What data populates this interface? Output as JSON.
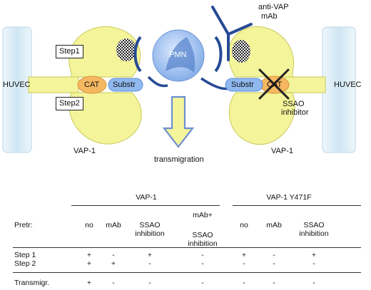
{
  "diagram": {
    "left_cell": "HUVEC",
    "right_cell": "HUVEC",
    "left_vap": "VAP-1",
    "right_vap": "VAP-1",
    "step1": "Step1",
    "step2": "Step2",
    "cat_left": "CAT",
    "cat_right": "CAT",
    "substr_left": "Substr",
    "substr_right": "Substr",
    "pmn": "PMN",
    "antibody_line1": "anti-VAP",
    "antibody_line2": "mAb",
    "ssao_line1": "SSAO",
    "ssao_line2": "inhibitor",
    "arrow_label": "transmigration",
    "colors": {
      "cell": "#d6ecf6",
      "vap": "#f4f49a",
      "cat": "#f5b860",
      "pmn": "#8fb8ee",
      "dark_blue": "#264a96",
      "arrow_fill": "#f4f49a"
    }
  },
  "table": {
    "group1": "VAP-1",
    "group2": "VAP-1 Y471F",
    "row_header": "Pretr:",
    "col1": "no",
    "col2": "mAb",
    "col3_a": "SSAO",
    "col3_b": "inhibition",
    "col4_a": "mAb+",
    "col4_b": "SSAO",
    "col4_c": "inhibition",
    "col5": "no",
    "col6": "mAb",
    "col7_a": "SSAO",
    "col7_b": "inhibition",
    "rows": [
      {
        "label": "Step 1",
        "values": [
          "+",
          "-",
          "+",
          "-",
          "+",
          "-",
          "+"
        ]
      },
      {
        "label": "Step 2",
        "values": [
          "+",
          "+",
          "-",
          "-",
          "-",
          "-",
          "-"
        ]
      }
    ],
    "result_row": {
      "label": "Transmigr.",
      "values": [
        "+",
        "-",
        "-",
        "-",
        "-",
        "-",
        "-"
      ]
    }
  }
}
